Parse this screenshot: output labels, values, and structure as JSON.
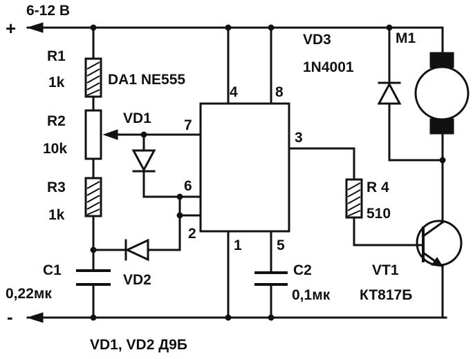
{
  "supply": {
    "voltage": "6-12 В",
    "plus": "+",
    "minus": "-"
  },
  "components": {
    "r1": {
      "ref": "R1",
      "value": "1k"
    },
    "r2": {
      "ref": "R2",
      "value": "10k"
    },
    "r3": {
      "ref": "R3",
      "value": "1k"
    },
    "r4": {
      "ref": "R 4",
      "value": "510"
    },
    "c1": {
      "ref": "C1",
      "value": "0,22мк"
    },
    "c2": {
      "ref": "C2",
      "value": "0,1мк"
    },
    "da1": {
      "ref": "DA1 NE555"
    },
    "vd1": {
      "ref": "VD1"
    },
    "vd2": {
      "ref": "VD2"
    },
    "vd3": {
      "ref": "VD3",
      "value": "1N4001"
    },
    "vt1": {
      "ref": "VT1",
      "value": "КТ817Б"
    },
    "m1": {
      "ref": "M1"
    }
  },
  "pins": {
    "p4": "4",
    "p8": "8",
    "p7": "7",
    "p3": "3",
    "p6": "6",
    "p2": "2",
    "p1": "1",
    "p5": "5"
  },
  "note": "VD1, VD2 Д9Б"
}
